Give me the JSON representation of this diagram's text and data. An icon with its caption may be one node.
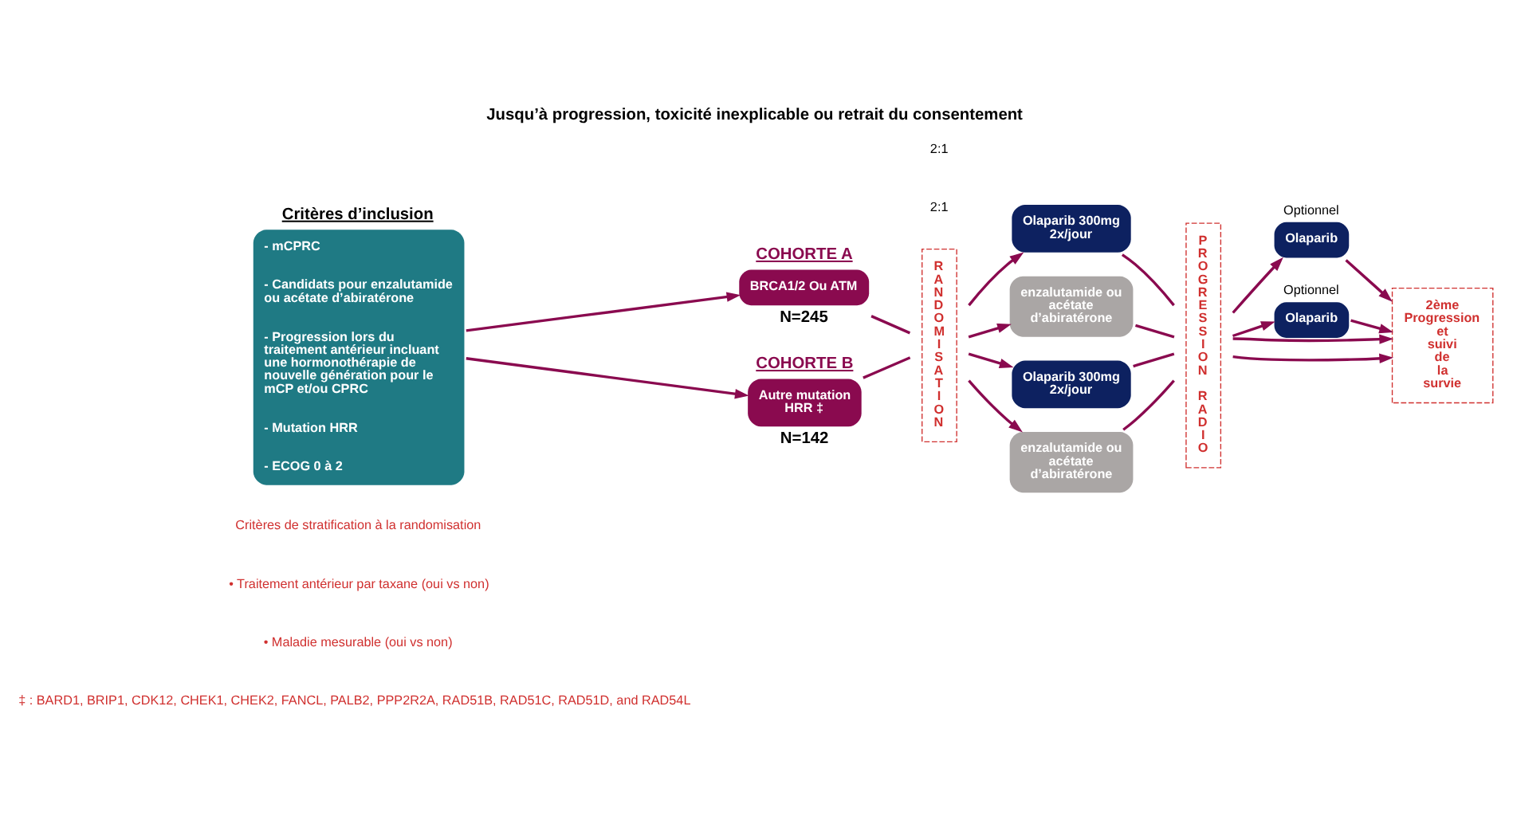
{
  "diagram": {
    "title": "Jusqu’à progression, toxicité inexplicable ou retrait du consentement",
    "nodes": [
      {
        "text": [
          "Critères d’inclusion",
          "- mCPRC",
          "- Candidats pour enzalutamide ou acétate d’abiratérone",
          "- Progression lors du traitement antérieur incluant une hormonothérapie de nouvelle génération pour le mCP et/ou CPRC",
          "- Mutation HRR",
          "- ECOG 0 à 2"
        ]
      },
      {
        "text": [
          "COHORTE A",
          "BRCA1/2 Ou ATM"
        ],
        "beside": [
          "N=245"
        ]
      },
      {
        "text": [
          "COHORTE B",
          "Autre mutation HRR ‡"
        ],
        "beside": [
          "N=142"
        ]
      },
      {
        "text": [
          "RANDOMISATION"
        ]
      },
      {
        "text": [
          "Olaparib 300mg 2x/jour"
        ]
      },
      {
        "text": [
          "enzalutamide ou acétate d’abiratérone"
        ]
      },
      {
        "text": [
          "Olaparib 300mg 2x/jour"
        ]
      },
      {
        "text": [
          "enzalutamide ou acétate d’abiratérone"
        ]
      },
      {
        "text": [
          "PROGRESSION RADIO"
        ]
      },
      {
        "text": [
          "Olaparib"
        ],
        "beside": [
          "Optionnel"
        ]
      },
      {
        "text": [
          "Olaparib"
        ],
        "beside": [
          "Optionnel"
        ]
      },
      {
        "text": [
          "2ème Progression et suivi de la survie"
        ]
      }
    ],
    "edges": [
      {
        "from": 0,
        "to": 1,
        "arrow": "to"
      },
      {
        "from": 0,
        "to": 2,
        "arrow": "to"
      },
      {
        "from": 1,
        "to": 3,
        "arrow": "none"
      },
      {
        "from": 2,
        "to": 3,
        "arrow": "none"
      },
      {
        "from": 3,
        "to": 4,
        "arrow": "to"
      },
      {
        "from": 3,
        "to": 5,
        "arrow": "to"
      },
      {
        "from": 3,
        "to": 6,
        "arrow": "to"
      },
      {
        "from": 3,
        "to": 7,
        "arrow": "to"
      },
      {
        "from": 4,
        "to": 8,
        "arrow": "none"
      },
      {
        "from": 5,
        "to": 8,
        "arrow": "none"
      },
      {
        "from": 6,
        "to": 8,
        "arrow": "none"
      },
      {
        "from": 7,
        "to": 8,
        "arrow": "none"
      },
      {
        "from": 8,
        "to": 11,
        "arrow": "to"
      },
      {
        "from": 8,
        "to": 9,
        "arrow": "to"
      },
      {
        "from": 9,
        "to": 11,
        "arrow": "to"
      },
      {
        "from": 8,
        "to": 11,
        "arrow": "to"
      },
      {
        "from": 8,
        "to": 10,
        "arrow": "to"
      },
      {
        "from": 10,
        "to": 11,
        "arrow": "to"
      }
    ],
    "labels": [
      "2:1",
      "2:1",
      "Critères de stratification à la randomisation",
      "• Traitement antérieur par taxane (oui vs non)",
      "• Maladie mesurable (oui vs non)",
      "‡ : BARD1, BRIP1, CDK12, CHEK1, CHEK2, FANCL, PALB2, PPP2R2A, RAD51B, RAD51C, RAD51D, and RAD54L"
    ]
  }
}
